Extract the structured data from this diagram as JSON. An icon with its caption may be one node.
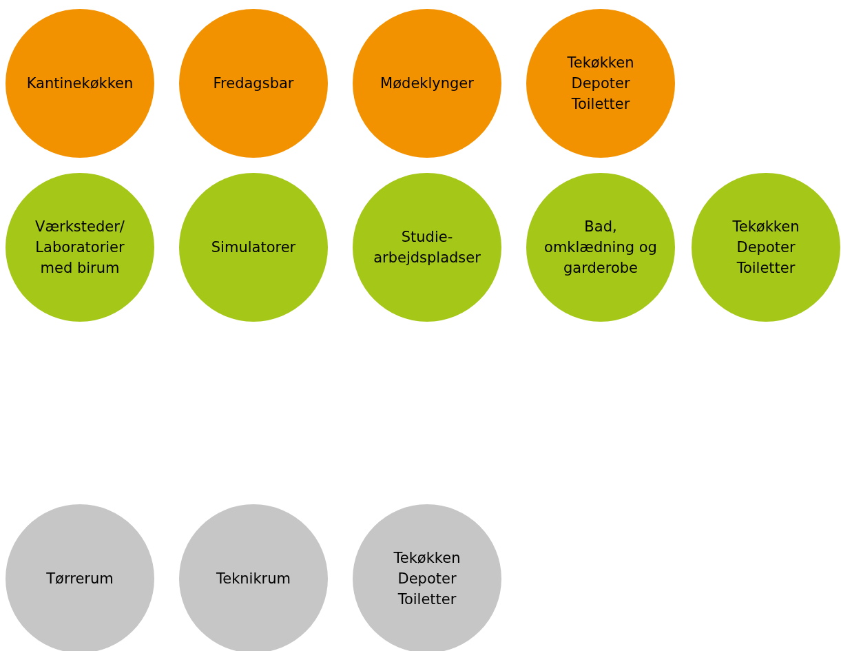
{
  "diagram": {
    "nodes": [
      {
        "text": [
          "Kantinekøkken"
        ]
      },
      {
        "text": [
          "Fredagsbar"
        ]
      },
      {
        "text": [
          "Mødeklynger"
        ]
      },
      {
        "text": [
          "Tekøkken Depoter Toiletter"
        ]
      },
      {
        "text": [
          "Værksteder/ Laboratorier med birum"
        ]
      },
      {
        "text": [
          "Simulatorer"
        ]
      },
      {
        "text": [
          "Studie- arbejdspladser"
        ]
      },
      {
        "text": [
          "Bad, omklædning og garderobe"
        ]
      },
      {
        "text": [
          "Tekøkken Depoter Toiletter"
        ]
      },
      {
        "text": [
          "Tørrerum"
        ]
      },
      {
        "text": [
          "Teknikrum"
        ]
      },
      {
        "text": [
          "Tekøkken Depoter Toiletter"
        ]
      }
    ]
  }
}
